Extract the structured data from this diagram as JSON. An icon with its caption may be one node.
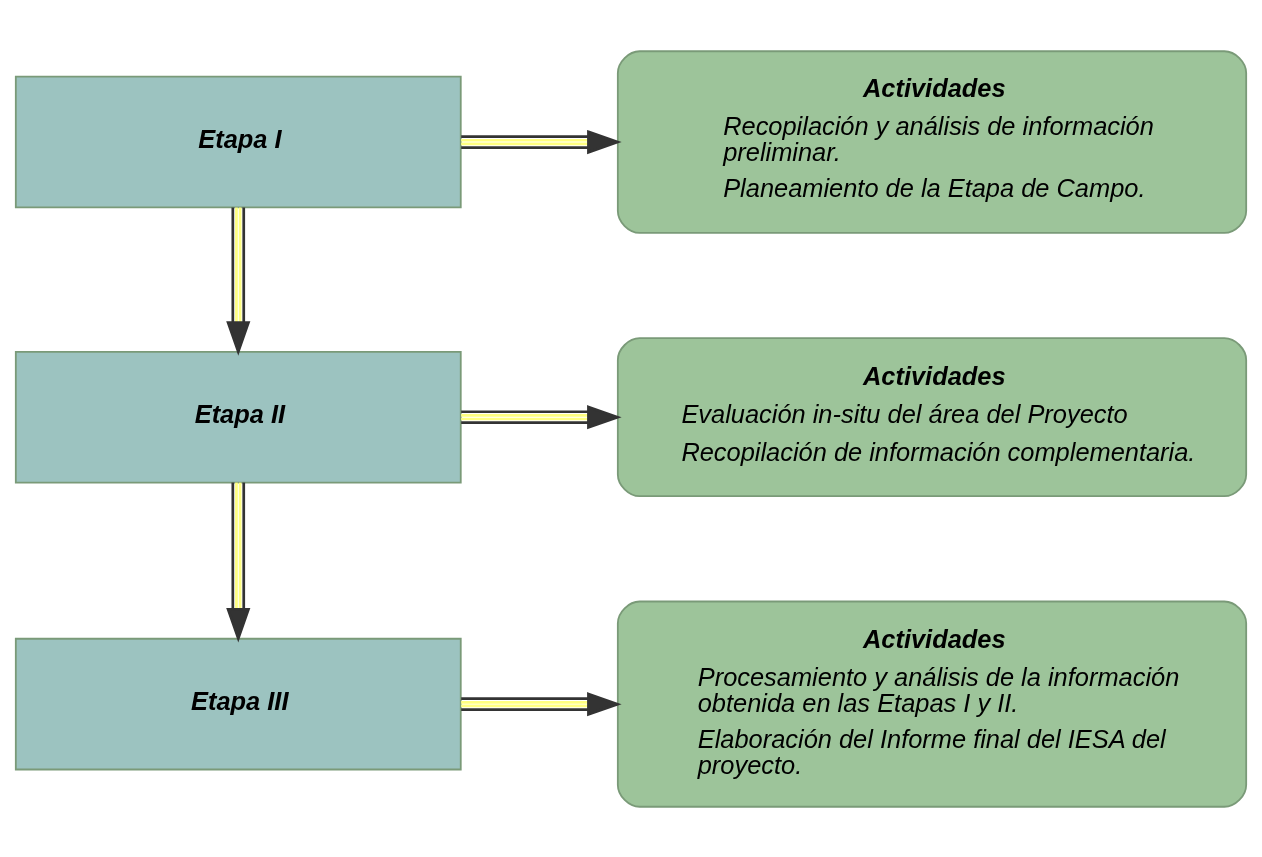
{
  "diagram": {
    "nodes": [
      {
        "text": [
          "Etapa I"
        ]
      },
      {
        "text": [
          "Actividades",
          "Recopilación y análisis de información preliminar.",
          "Planeamiento de la Etapa de Campo."
        ]
      },
      {
        "text": [
          "Etapa II"
        ]
      },
      {
        "text": [
          "Actividades",
          "Evaluación in-situ del área del Proyecto",
          "Recopilación de información complementaria."
        ]
      },
      {
        "text": [
          "Etapa III"
        ]
      },
      {
        "text": [
          "Actividades",
          "Procesamiento y análisis de la información obtenida en las Etapas I y II.",
          "Elaboración del Informe final del IESA del proyecto."
        ]
      }
    ],
    "edges": [
      {
        "from": 0,
        "to": 1,
        "arrow": "to"
      },
      {
        "from": 0,
        "to": 2,
        "arrow": "to"
      },
      {
        "from": 2,
        "to": 3,
        "arrow": "to"
      },
      {
        "from": 2,
        "to": 4,
        "arrow": "to"
      },
      {
        "from": 4,
        "to": 5,
        "arrow": "to"
      }
    ]
  }
}
